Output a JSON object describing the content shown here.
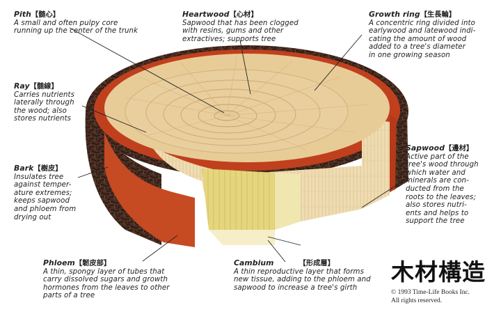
{
  "labels": {
    "pith": {
      "title": "Pith",
      "jp": "【髄心】",
      "desc": "A small and often pulpy core\nrunning up the center of the trunk"
    },
    "heartwood": {
      "title": "Heartwood",
      "jp": "【心材】",
      "desc": "Sapwood that has been clogged\nwith resins, gums and other\nextractives; supports tree"
    },
    "growth_ring": {
      "title": "Growth ring",
      "jp": "【生長輪】",
      "desc": "A concentric ring divided into\nearlywood and latewood indi-\ncating the amount of wood\nadded to a tree's diameter\nin one growing season"
    },
    "ray": {
      "title": "Ray",
      "jp": "【髄線】",
      "desc": "Carries nutrients\nlaterally through\nthe wood; also\nstores nutrients"
    },
    "bark": {
      "title": "Bark",
      "jp": "【樹皮】",
      "desc": "Insulates tree\nagainst temper-\nature extremes;\nkeeps sapwood\nand phloem from\ndrying out"
    },
    "sapwood": {
      "title": "Sapwood",
      "jp": "【邊材】",
      "desc": "Active part of the\ntree's wood through\nwhich water and\nminerals are con-\nducted from the\nroots to the leaves;\nalso stores nutri-\nents and helps to\nsupport the tree"
    },
    "phloem": {
      "title": "Phloem",
      "jp": "【韌皮部】",
      "desc": "A thin, spongy layer of tubes that\ncarry dissolved sugars and growth\nhormones from the leaves to other\nparts of a tree"
    },
    "cambium": {
      "title": "Cambium",
      "jp": "【形成層】",
      "desc": "A thin reproductive layer that forms\nnew tissue, adding to the phloem and\nsapwood to increase a tree's girth"
    }
  },
  "title": "木材構造",
  "credit": {
    "line1": "© 1993 Time-Life Books Inc.",
    "line2": "All rights reserved."
  },
  "colors": {
    "bark": "#4a2e22",
    "phloem": "#c0401e",
    "heartwood": "#e6c896",
    "sapwood": "#f0dcb0",
    "inner_cut": "#e0d27a",
    "leader": "#222222"
  }
}
